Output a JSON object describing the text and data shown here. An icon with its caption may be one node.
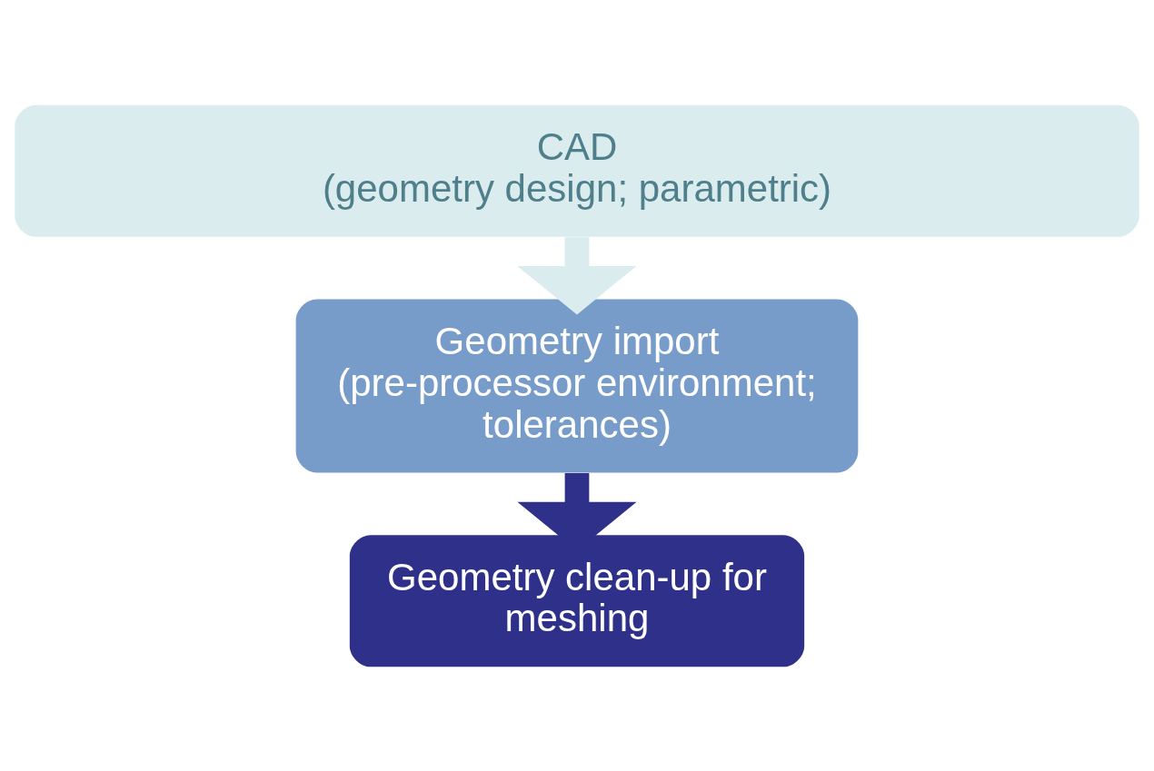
{
  "diagram": {
    "nodes": [
      {
        "text": [
          "CAD",
          "(geometry design; parametric)"
        ]
      },
      {
        "text": [
          "Geometry import",
          "(pre-processor environment; tolerances)"
        ]
      },
      {
        "text": [
          "Geometry clean-up for meshing"
        ]
      }
    ],
    "edges": [
      {
        "from": 0,
        "to": 1,
        "arrow": "to",
        "color": "#daecee"
      },
      {
        "from": 1,
        "to": 2,
        "arrow": "to",
        "color": "#2e3089"
      }
    ]
  }
}
